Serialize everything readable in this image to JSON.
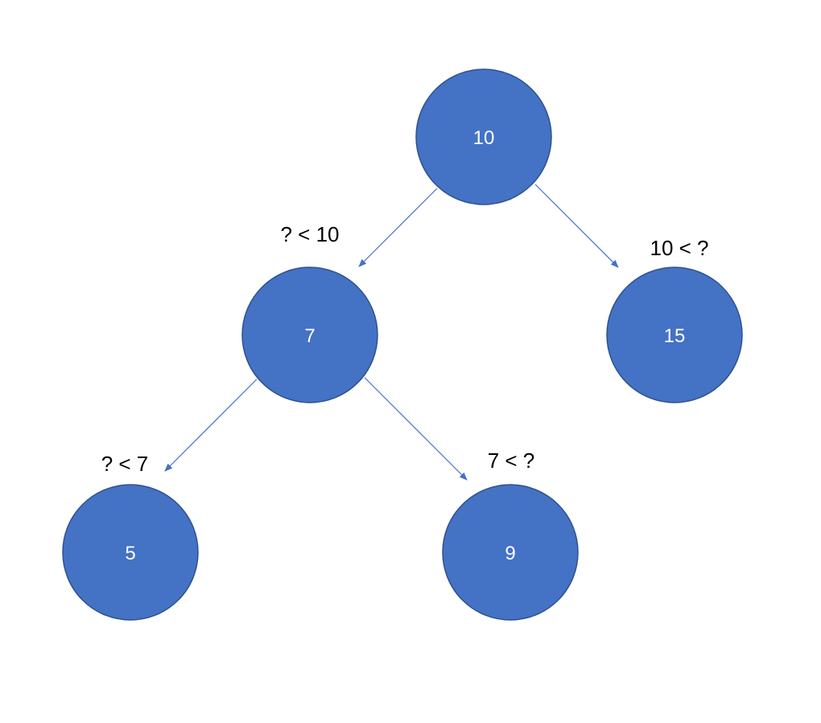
{
  "colors": {
    "node_fill": "#4472C4",
    "node_stroke": "#2F528F",
    "node_text": "#FFFFFF",
    "edge": "#4472C4",
    "label_text": "#000000",
    "background": "#FFFFFF"
  },
  "tree": {
    "nodes": [
      {
        "id": "n10",
        "label": "10"
      },
      {
        "id": "n7",
        "label": "7"
      },
      {
        "id": "n15",
        "label": "15"
      },
      {
        "id": "n5",
        "label": "5"
      },
      {
        "id": "n9",
        "label": "9"
      }
    ],
    "edges": [
      {
        "from": "n10",
        "to": "n7",
        "condition": "? < 10"
      },
      {
        "from": "n10",
        "to": "n15",
        "condition": "10 < ?"
      },
      {
        "from": "n7",
        "to": "n5",
        "condition": "? < 7"
      },
      {
        "from": "n7",
        "to": "n9",
        "condition": "7 < ?"
      }
    ]
  }
}
